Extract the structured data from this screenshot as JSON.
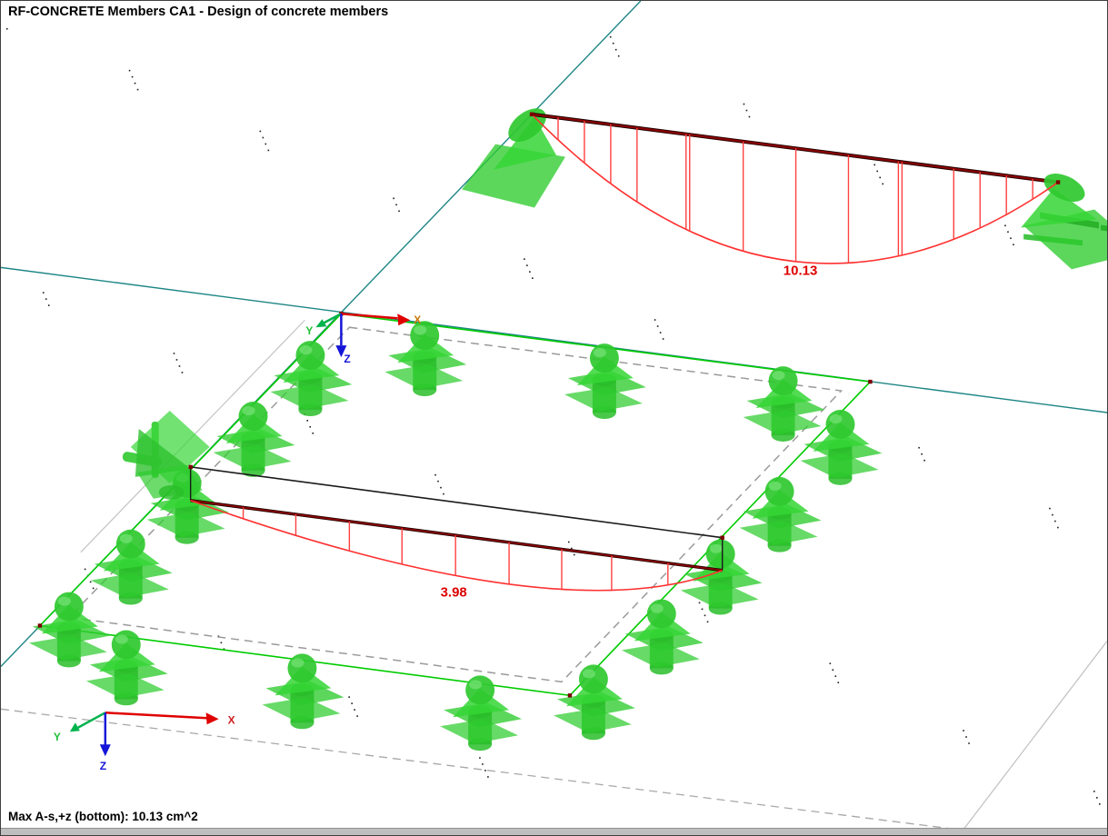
{
  "window": {
    "title_text": "RF-CONCRETE Members CA1 - Design of concrete members"
  },
  "status_bar": {
    "text": "Max A-s,+z (bottom): 10.13 cm^2"
  },
  "model_view": {
    "result_diagrams": [
      {
        "member": "top-beam",
        "max_value_label": "10.13"
      },
      {
        "member": "bottom-beam",
        "max_value_label": "3.98"
      }
    ],
    "triads": {
      "origin": {
        "x_label": "X",
        "y_label": "Y",
        "z_label": "Z"
      },
      "corner": {
        "x_label": "X",
        "y_label": "Y",
        "z_label": "Z"
      }
    },
    "support_count": 16,
    "colors": {
      "support_green": "#2ECC2E",
      "plate_edge_green": "#00CC00",
      "member_axis_dark_red": "#7A0000",
      "diagram_red": "#FF3030",
      "value_label_red": "#DD0000",
      "guide_line_teal": "#1E8585",
      "origin_x_label_orange": "#C87800"
    }
  }
}
